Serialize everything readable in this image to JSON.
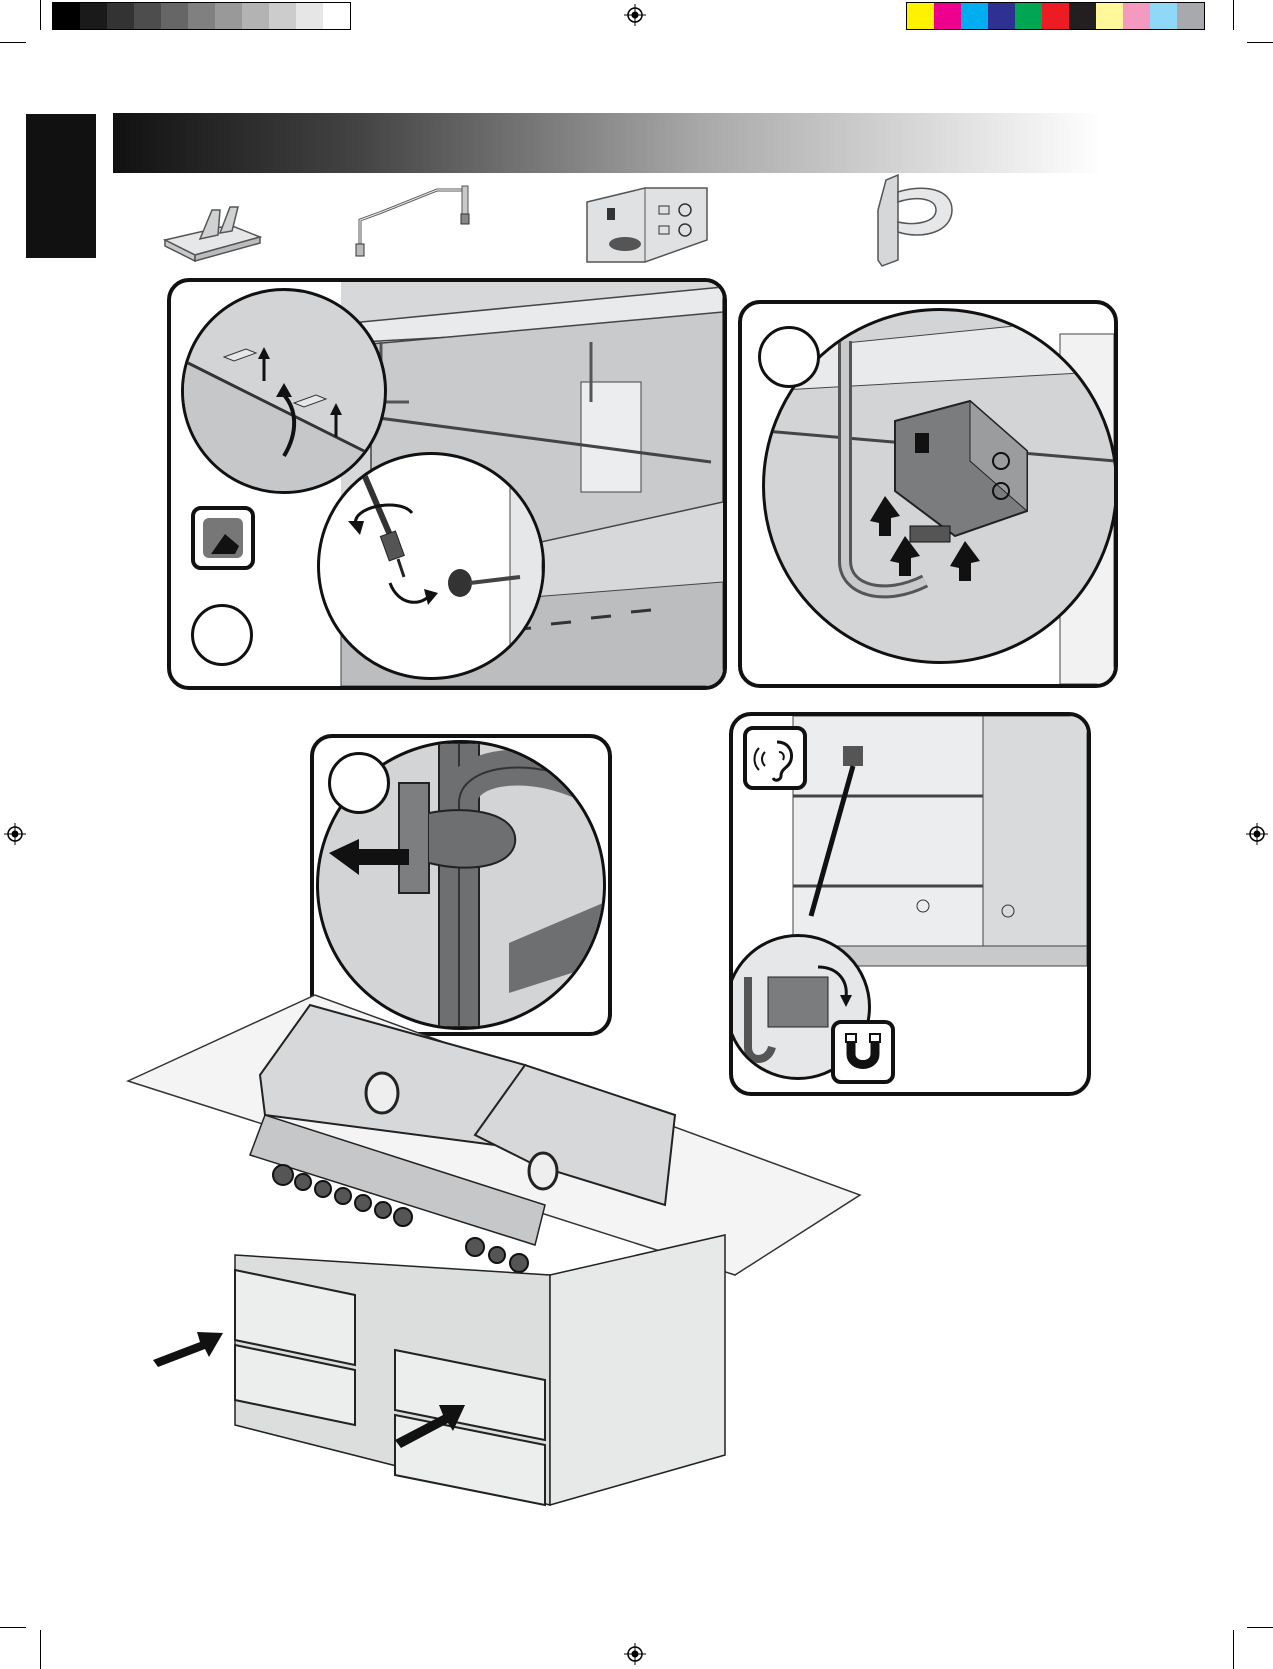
{
  "page": {
    "header_bar": {
      "title": ""
    },
    "language_tab": {
      "label": ""
    }
  },
  "color_bars": {
    "grayscale": [
      "#000000",
      "#1a1a1a",
      "#333333",
      "#4d4d4d",
      "#666666",
      "#808080",
      "#999999",
      "#b3b3b3",
      "#cccccc",
      "#e6e6e6",
      "#ffffff"
    ],
    "process": [
      "#fff200",
      "#ec008c",
      "#00aeef",
      "#2e3192",
      "#00a651",
      "#ed1c24",
      "#231f20",
      "#fff799",
      "#f49ac1",
      "#8fd8f8",
      "#a7a9ac"
    ]
  },
  "parts": [
    {
      "name": "wire-clip",
      "icon": "wire-clip-icon"
    },
    {
      "name": "thermocouple-probe",
      "icon": "probe-icon"
    },
    {
      "name": "control-box",
      "icon": "control-box-icon"
    },
    {
      "name": "conduit-clamp",
      "icon": "clamp-icon"
    }
  ],
  "steps": [
    {
      "icon": "plug-icon"
    },
    {
      "icon": "hand-icon"
    },
    {
      "icon": "arrow-icon"
    },
    {
      "icons": [
        "ear-icon",
        "magnet-icon"
      ]
    }
  ],
  "colors": {
    "ink": "#111111",
    "panel_fill": "#d2d4d6",
    "part_fill": "#e6e7e8"
  }
}
